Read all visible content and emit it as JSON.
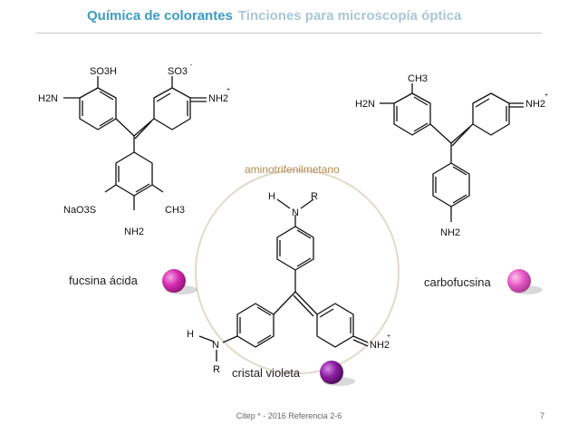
{
  "header": {
    "title": "Química de colorantes",
    "subtitle": "Tinciones para microscopía óptica"
  },
  "labels": {
    "acid_fuchsin": "fucsina ácida",
    "carbofuchsin": "carbofucsina",
    "crystal_violet": "cristal violeta",
    "aminotriphenylmethane": "aminotrifenilmetano"
  },
  "structure_text": {
    "so3h": "SO3H",
    "so3": "SO3",
    "h2n": "H2N",
    "nh2": "NH2",
    "nao3s": "NaO3S",
    "ch3": "CH3",
    "h": "H",
    "r": "R",
    "n": "N"
  },
  "colors": {
    "title": "#3b9cc6",
    "subtitle": "#a9c6d6",
    "fuchsin_ball": "#d62bb0",
    "carbofuchsin_ball": "#e85ac7",
    "violet_ball": "#8a1d9e",
    "circle": "#e0dacb"
  },
  "footer": {
    "citation": "Citep * - 2016 Referencia 2-6",
    "page": "7"
  }
}
